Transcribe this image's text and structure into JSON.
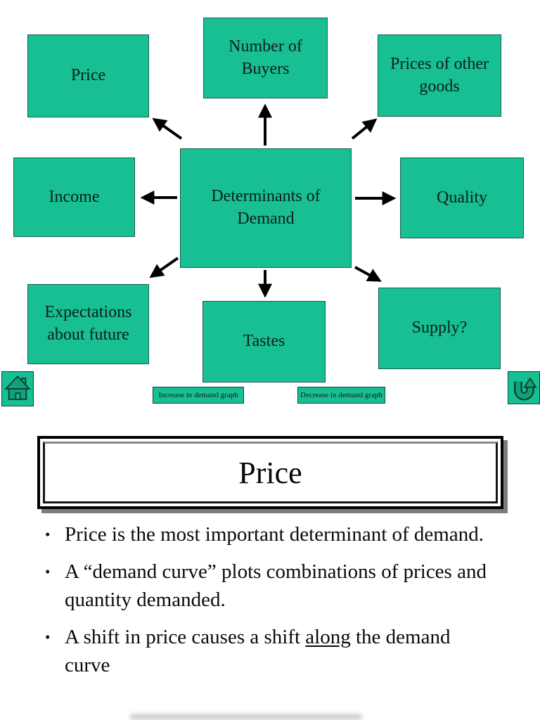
{
  "diagram_slide": {
    "center_label": "Determinants of Demand",
    "nodes": [
      {
        "label": "Price"
      },
      {
        "label": "Number of Buyers"
      },
      {
        "label": "Prices of other goods"
      },
      {
        "label": "Income"
      },
      {
        "label": "Quality"
      },
      {
        "label": "Expectations about future"
      },
      {
        "label": "Tastes"
      },
      {
        "label": "Supply?"
      }
    ],
    "link_buttons": [
      {
        "label": "Increase  in demand graph"
      },
      {
        "label": "Decrease  in demand graph"
      }
    ],
    "icons": {
      "home": "home-icon",
      "back": "u-turn-return-icon"
    },
    "colors": {
      "node_fill": "#17bf92",
      "node_border": "#1d5c56",
      "arrow": "#000000",
      "icon_dark_green": "#0fa377"
    }
  },
  "text_slide": {
    "title": "Price",
    "bullet_char": "•",
    "bullets": [
      {
        "before": "Price is the most important determinant of demand.",
        "underline": "",
        "after": ""
      },
      {
        "before": "A “demand curve” plots combinations of prices and quantity demanded.",
        "underline": "",
        "after": ""
      },
      {
        "before": "A shift in price causes a shift ",
        "underline": "along",
        "after": " the demand curve"
      }
    ]
  }
}
